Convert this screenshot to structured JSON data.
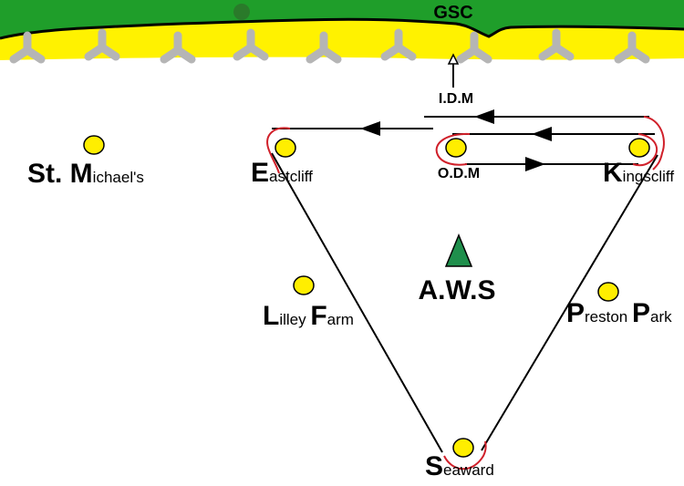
{
  "shore": {
    "label": "GSC",
    "colors": {
      "grass": "#1f9e2a",
      "sand": "#fff200",
      "buoy": "#b5b5b5"
    }
  },
  "aws": {
    "label": "A.W.S",
    "color": "#1f8f4c"
  },
  "idm": {
    "label": "I.D.M"
  },
  "marks": {
    "stmichaels": {
      "cap1": "St. ",
      "cap2": "M",
      "rest": "ichael's"
    },
    "eastcliff": {
      "cap": "E",
      "rest": "astcliff"
    },
    "odm": {
      "label": "O.D.M"
    },
    "kingscliff": {
      "cap": "K",
      "rest": "ingscliff"
    },
    "lilley": {
      "cap1": "L",
      "rest1": "illey ",
      "cap2": "F",
      "rest2": "arm"
    },
    "preston": {
      "cap1": "P",
      "rest1": "reston ",
      "cap2": "P",
      "rest2": "ark"
    },
    "seaward": {
      "cap": "S",
      "rest": "eaward"
    }
  },
  "colors": {
    "buoy_fill": "#ffee00",
    "rounding_arc": "#d0202a",
    "course_line": "#000000"
  }
}
